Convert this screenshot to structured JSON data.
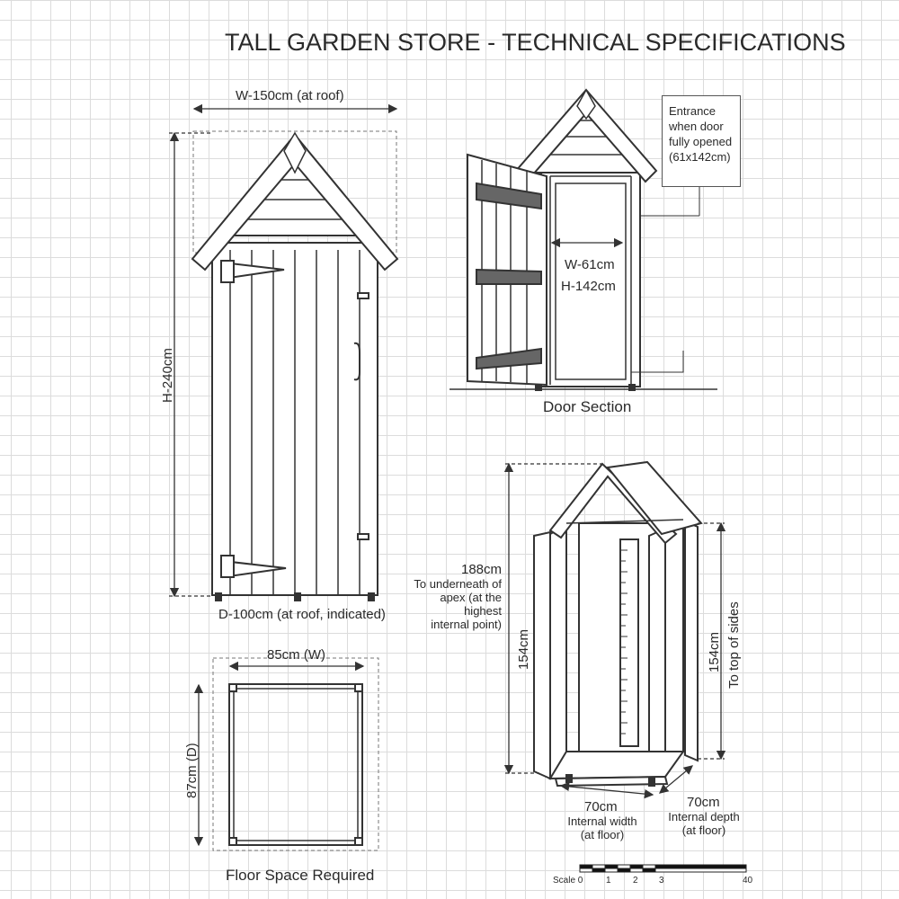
{
  "title": "TALL GARDEN STORE - TECHNICAL SPECIFICATIONS",
  "front_view": {
    "width_label": "W-150cm (at roof)",
    "height_label": "H-240cm",
    "depth_label": "D-100cm (at roof, indicated)"
  },
  "door_section": {
    "callout": "Entrance\nwhen door\nfully opened\n(61x142cm)",
    "width_label": "W-61cm",
    "height_label": "H-142cm",
    "caption": "Door Section"
  },
  "floor_plan": {
    "width_label": "85cm (W)",
    "depth_label": "87cm (D)",
    "caption": "Floor Space Required"
  },
  "interior": {
    "apex_height_label": "188cm",
    "apex_note": "To underneath of\napex (at the highest\ninternal point)",
    "wall_height_left": "154cm",
    "wall_height_right": "154cm",
    "sides_note": "To top of sides",
    "width_value": "70cm",
    "width_note": "Internal width\n(at floor)",
    "depth_value": "70cm",
    "depth_note": "Internal depth\n(at floor)"
  },
  "scale": {
    "label": "Scale 0",
    "ticks": [
      "1",
      "2",
      "3",
      "40"
    ]
  }
}
